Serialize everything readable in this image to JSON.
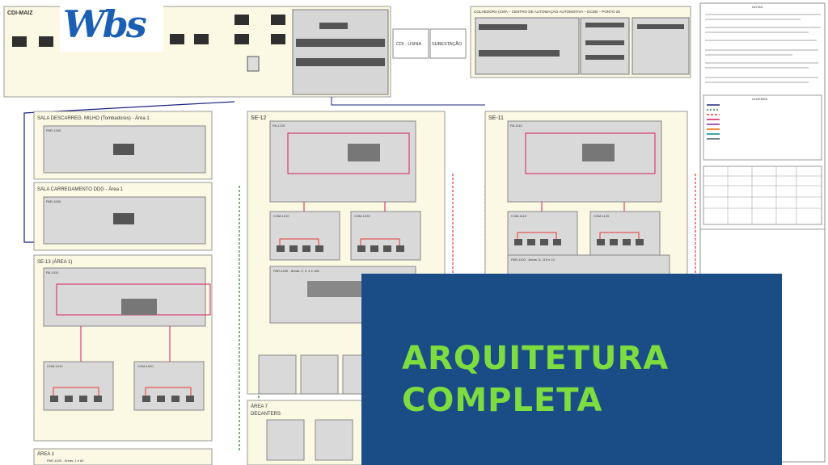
{
  "logo": {
    "text": "Wbs"
  },
  "overlay": {
    "line1": "ARQUITETURA",
    "line2": "COMPLETA"
  },
  "diagram": {
    "top_left_area": "CDI-MAIZ",
    "cdi_label": "CDI - USINA",
    "substation_label": "SUBESTAÇÃO",
    "cma_header": "COLHEDORA (CMA – CENTRO DE AUTOMAÇÃO AUTOMOTIVA – DCDB – PONTO 25",
    "area1_title": "SALA DESCARREG. MILHO (Tombadores) - Área 1",
    "area1_panel": "PAR-1340",
    "area2_title": "SALA CARREGAMENTO DDG - Área 1",
    "area2_panel": "PAR-1000",
    "se13_title": "SE-13 (ÁREA 1)",
    "se13_panel": "PA-1010",
    "se13_com1": "COM-1010",
    "se13_com2": "COM-1020",
    "se12_title": "SE-12",
    "se12_panel": "PA-1210",
    "se12_com1": "COM-1210",
    "se12_com2": "COM-1220",
    "se12_par": "PAR-1200 - Áreas: 2, 3, 4 e 108",
    "se11_title": "SE-11",
    "se11_panel": "PA-1110",
    "se11_com1": "COM-1110",
    "se11_com2": "COM-1120",
    "se11_par": "PAR-1100 - Áreas: 8, 119 e 10",
    "area7_title": "ÁREA 7",
    "area7_sub": "DECANTERS",
    "area1_bottom": "ÁREA 1",
    "area1_bottom_panel": "PAR-1020 - Áreas: 1 e 80",
    "notes_title": "NOTAS",
    "legend_title": "LEGENDA"
  },
  "colors": {
    "overlay_bg": "#1a4d86",
    "overlay_text": "#7ddc3f",
    "logo": "#1a5fb4"
  }
}
